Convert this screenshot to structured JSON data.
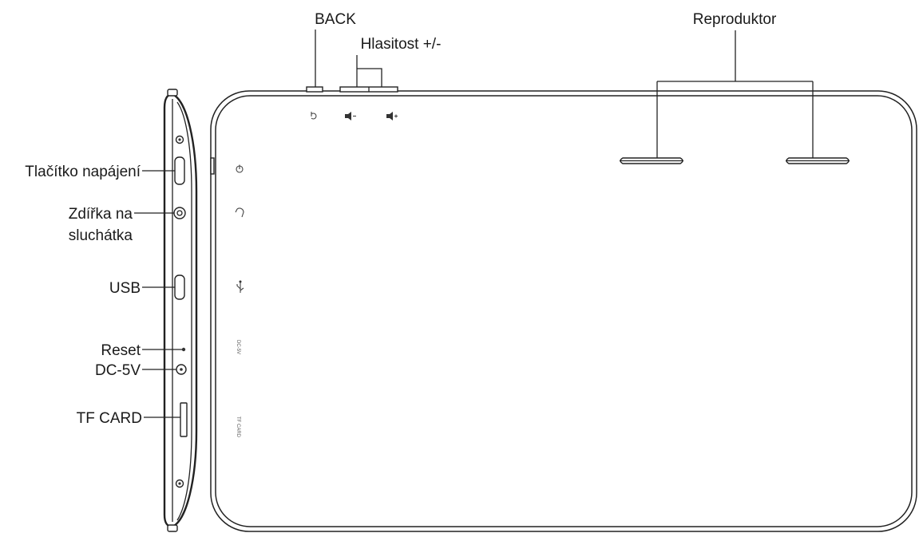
{
  "labels": {
    "back": "BACK",
    "volume": "Hlasitost +/-",
    "speaker": "Reproduktor",
    "power_button": "Tlačítko napájení",
    "headphone_line1": "Zdířka na",
    "headphone_line2": "sluchátka",
    "usb": "USB",
    "reset": "Reset",
    "dc": "DC-5V",
    "tf_card": "TF CARD"
  },
  "device_markings": {
    "dc_in": "DC-5V",
    "tf_card": "TF CARD"
  },
  "icons": [
    "back-arrow-icon",
    "volume-down-icon",
    "volume-up-icon",
    "power-icon",
    "headphone-icon",
    "usb-icon"
  ],
  "colors": {
    "line": "#222222",
    "text": "#1a1a1a",
    "background": "#ffffff"
  }
}
